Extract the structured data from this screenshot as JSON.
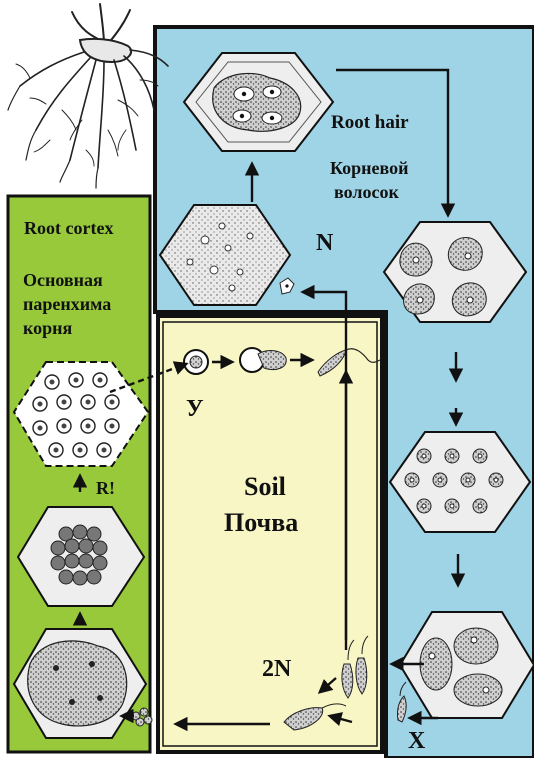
{
  "root_hair": {
    "en": "Root hair",
    "ru_line1": "Корневой",
    "ru_line2": "волосок"
  },
  "root_cortex": {
    "en": "Root cortex",
    "ru_line1": "Основная",
    "ru_line2": "паренхима",
    "ru_line3": "корня"
  },
  "soil": {
    "en": "Soil",
    "ru": "Почва"
  },
  "markers": {
    "haploid": "N",
    "diploid": "2N",
    "y": "У",
    "x": "X",
    "r": "R!"
  },
  "colors": {
    "root_hair_bg": "#9fd4e6",
    "root_cortex_bg": "#97c93a",
    "soil_bg": "#f9f6c5",
    "frame": "#111111"
  }
}
